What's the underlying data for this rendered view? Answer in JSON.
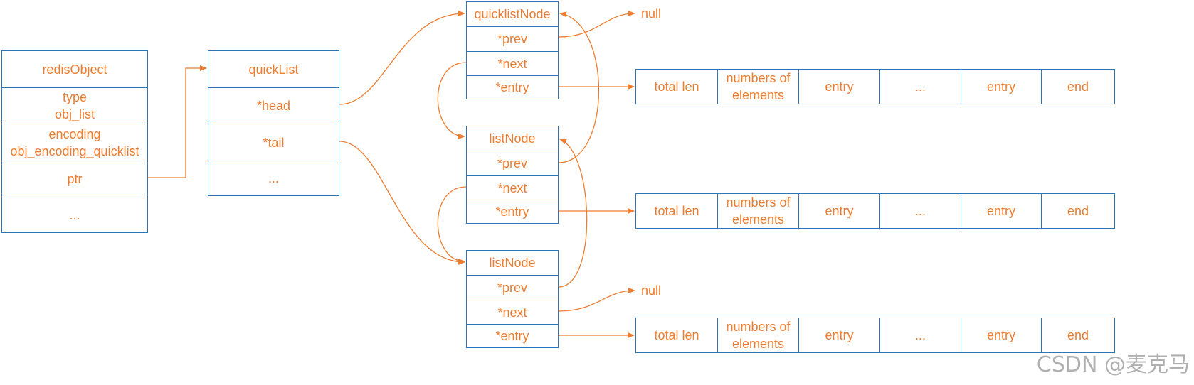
{
  "redisObject": {
    "title": "redisObject",
    "type": "type\nobj_list",
    "encoding": "encoding\nobj_encoding_quicklist",
    "ptr": "ptr",
    "more": "..."
  },
  "quickList": {
    "title": "quickList",
    "head": "*head",
    "tail": "*tail",
    "more": "..."
  },
  "nodes": [
    {
      "title": "quicklistNode",
      "prev": "*prev",
      "next": "*next",
      "entry": "*entry"
    },
    {
      "title": "listNode",
      "prev": "*prev",
      "next": "*next",
      "entry": "*entry"
    },
    {
      "title": "listNode",
      "prev": "*prev",
      "next": "*next",
      "entry": "*entry"
    }
  ],
  "ziplists": [
    [
      "total len",
      "numbers of\nelements",
      "entry",
      "...",
      "entry",
      "end"
    ],
    [
      "total len",
      "numbers of\nelements",
      "entry",
      "...",
      "entry",
      "end"
    ],
    [
      "total len",
      "numbers of\nelements",
      "entry",
      "...",
      "entry",
      "end"
    ]
  ],
  "null_labels": [
    "null",
    "null"
  ],
  "watermark": "CSDN @麦克马",
  "colors": {
    "border": "#2e75b6",
    "text": "#ed7d31",
    "arrow": "#ed7d31"
  }
}
